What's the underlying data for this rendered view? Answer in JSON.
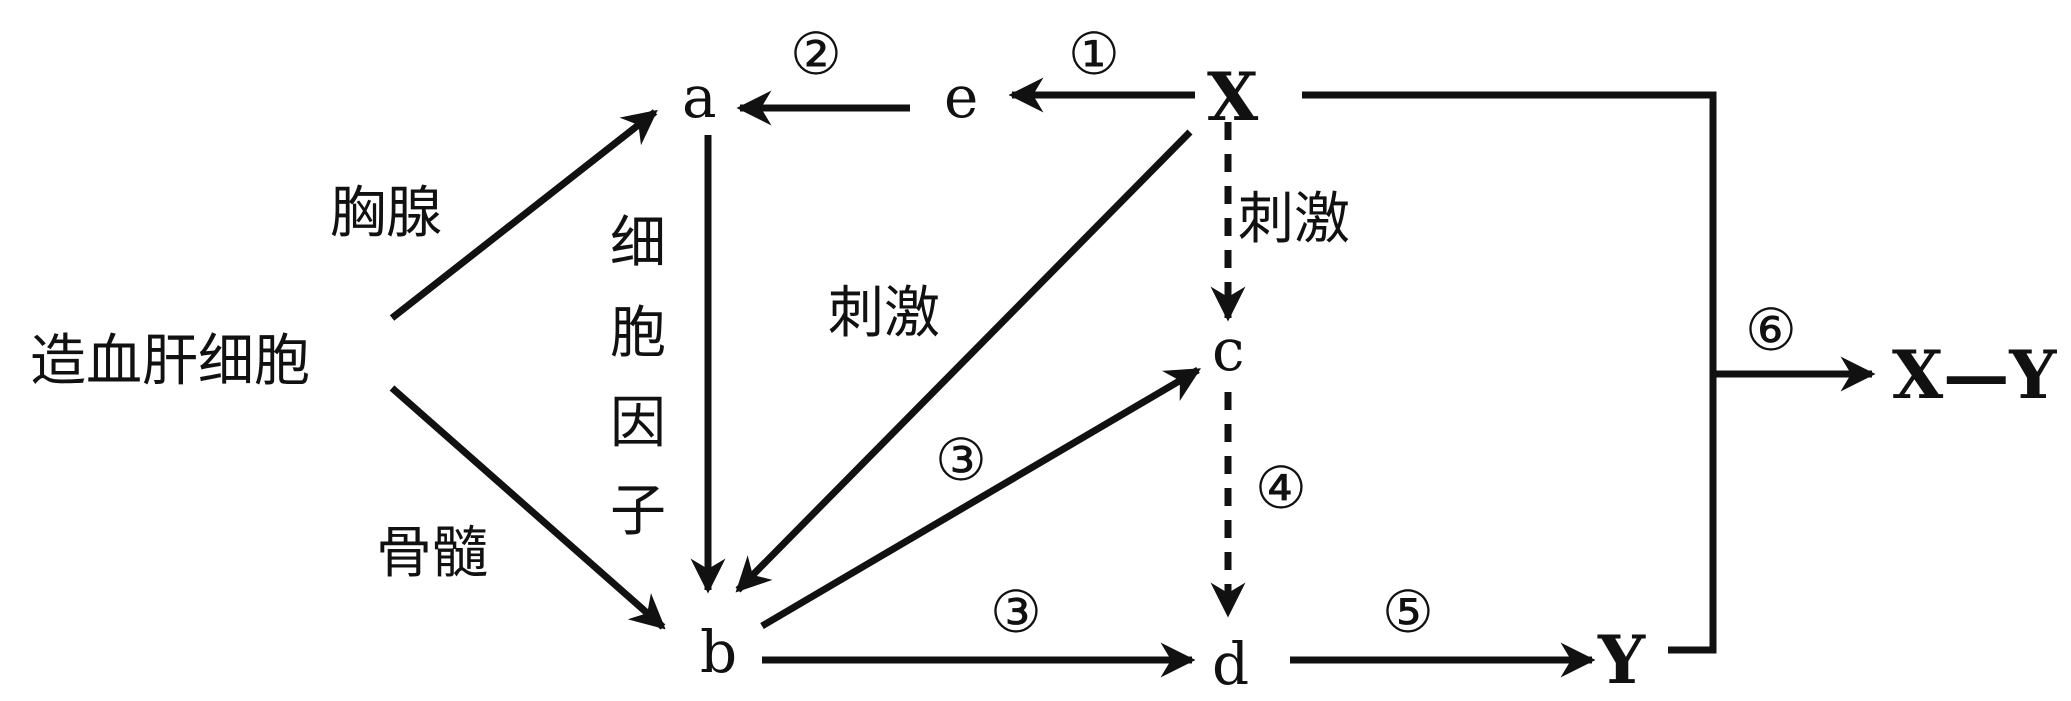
{
  "nodes": {
    "source": "造血肝细胞",
    "a": "a",
    "b": "b",
    "c": "c",
    "d": "d",
    "e": "e",
    "X": "X",
    "Y": "Y",
    "XY": "X—Y"
  },
  "edge_labels": {
    "thymus": "胸腺",
    "marrow": "骨髓",
    "cytokine": [
      "细",
      "胞",
      "因",
      "子"
    ],
    "stimulate_diag": "刺激",
    "stimulate_vert": "刺激"
  },
  "step_labels": {
    "s1": "①",
    "s2": "②",
    "s3_upper": "③",
    "s3_lower": "③",
    "s4": "④",
    "s5": "⑤",
    "s6": "⑥"
  }
}
